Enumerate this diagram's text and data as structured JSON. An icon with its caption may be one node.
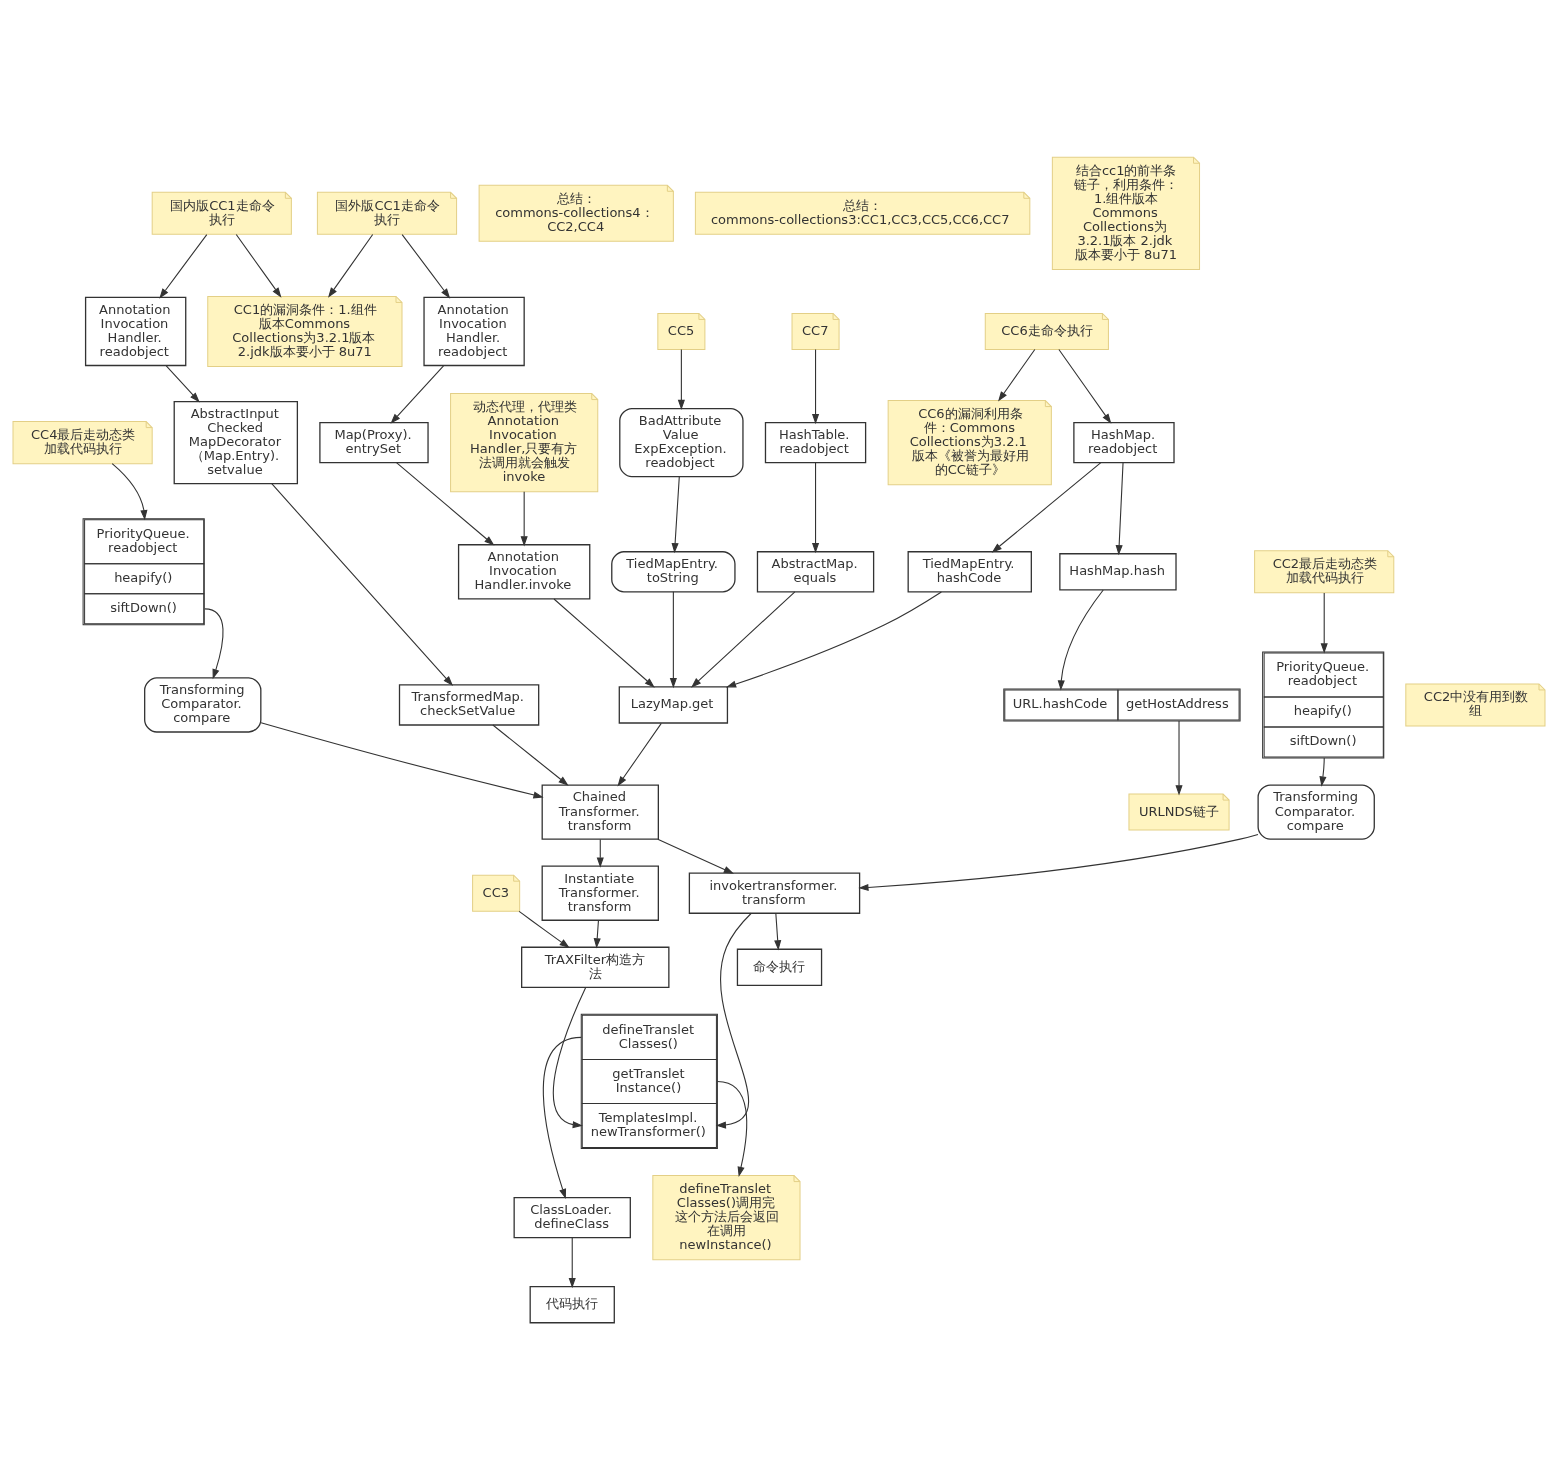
{
  "diagram": {
    "nodes": [
      {
        "text": [
          "CC4最后走动态类加载代码执行"
        ]
      },
      {
        "text": [
          "CC2最后走动态类加载代码执行"
        ]
      },
      {
        "text": [
          "总结：commons-collections4：CC2,CC4"
        ]
      },
      {
        "text": [
          "PriorityQueue.readobject",
          "heapify()",
          "siftDown()"
        ]
      },
      {
        "text": [
          "PriorityQueue.readobject",
          "heapify()",
          "siftDown()"
        ]
      },
      {
        "text": [
          "CC2中没有用到数组"
        ]
      },
      {
        "text": [
          "总结：commons-collections3:CC1,CC3,CC5,CC6,CC7"
        ]
      },
      {
        "text": [
          "TransformingComparator.compare"
        ]
      },
      {
        "text": [
          "TransformingComparator.compare"
        ]
      },
      {
        "text": [
          "国内版CC1走命令执行"
        ]
      },
      {
        "text": [
          "AnnotationInvocationHandler.readobject"
        ]
      },
      {
        "text": [
          "AbstractInputCheckedMapDecorator（Map.Entry).setvalue"
        ]
      },
      {
        "text": [
          "TransformedMap.checkSetValue"
        ]
      },
      {
        "text": [
          "ChainedTransformer.transform"
        ]
      },
      {
        "text": [
          "invokertransformer.transform"
        ]
      },
      {
        "text": [
          "命令执行"
        ]
      },
      {
        "text": [
          "动态代理，代理类AnnotationInvocationHandler,只要有方法调用就会触发invoke"
        ]
      },
      {
        "text": [
          "代码执行"
        ]
      },
      {
        "text": [
          "CC1的漏洞条件：1.组件版本Commons Collections为3.2.1版本 2.jdk版本要小于 8u71"
        ]
      },
      {
        "text": [
          "结合cc1的前半条链子，利用条件：1.组件版本Commons Collections为3.2.1版本 2.jdk版本要小于 8u71"
        ]
      },
      {
        "text": [
          "ClassLoader.defineClass"
        ]
      },
      {
        "text": [
          "国外版CC1走命令执行"
        ]
      },
      {
        "text": [
          "AnnotationInvocationHandler.readobject"
        ]
      },
      {
        "text": [
          "Map(Proxy).entrySet"
        ]
      },
      {
        "text": [
          "AnnotationInvocationHandler.invoke"
        ]
      },
      {
        "text": [
          "LazyMap.get"
        ]
      },
      {
        "text": [
          "CC5"
        ]
      },
      {
        "text": [
          "BadAttributeValueExpException.readobject"
        ]
      },
      {
        "text": [
          "TiedMapEntry.toString"
        ]
      },
      {
        "text": [
          "defineTransletClasses()",
          "getTransletInstance()",
          "TemplatesImpl.newTransformer()"
        ]
      },
      {
        "text": [
          "defineTransletClasses()调用完这个方法后会返回在调用newInstance()"
        ]
      },
      {
        "text": [
          "AbstractMap.equals"
        ]
      },
      {
        "text": [
          "CC6走命令执行"
        ]
      },
      {
        "text": [
          "HashMap.readobject"
        ]
      },
      {
        "text": [
          "TiedMapEntry.hashCode"
        ]
      },
      {
        "text": [
          "HashTable.readobject"
        ]
      },
      {
        "text": [
          "CC3"
        ]
      },
      {
        "text": [
          "CC6的漏洞利用条件：Commons Collections为3.2.1版本《被誉为最好用的CC链子》"
        ]
      },
      {
        "text": [
          "InstantiateTransformer.transform"
        ]
      },
      {
        "text": [
          "TrAXFilter构造方法"
        ]
      },
      {
        "text": [
          "CC7"
        ]
      },
      {
        "text": [
          "HashMap.hash"
        ]
      },
      {
        "text": [
          "URL.hashCode",
          "getHostAddress"
        ]
      },
      {
        "text": [
          "URLNDS链子"
        ]
      }
    ],
    "edges": [
      {
        "from": 0,
        "to": 3,
        "arrow": "to"
      },
      {
        "from": 1,
        "to": 4,
        "arrow": "to"
      },
      {
        "from": 3,
        "to": 7,
        "arrow": "to"
      },
      {
        "from": 4,
        "to": 8,
        "arrow": "to"
      },
      {
        "from": 7,
        "to": 13,
        "arrow": "to"
      },
      {
        "from": 8,
        "to": 14,
        "arrow": "to"
      },
      {
        "from": 9,
        "to": 10,
        "arrow": "to"
      },
      {
        "from": 10,
        "to": 11,
        "arrow": "to"
      },
      {
        "from": 11,
        "to": 12,
        "arrow": "to"
      },
      {
        "from": 12,
        "to": 13,
        "arrow": "to"
      },
      {
        "from": 13,
        "to": 14,
        "arrow": "to"
      },
      {
        "from": 14,
        "to": 15,
        "arrow": "to"
      },
      {
        "from": 9,
        "to": 18,
        "arrow": "to"
      },
      {
        "from": 21,
        "to": 18,
        "arrow": "to"
      },
      {
        "from": 21,
        "to": 22,
        "arrow": "to"
      },
      {
        "from": 22,
        "to": 23,
        "arrow": "to"
      },
      {
        "from": 23,
        "to": 24,
        "arrow": "to"
      },
      {
        "from": 16,
        "to": 24,
        "arrow": "to"
      },
      {
        "from": 24,
        "to": 25,
        "arrow": "to"
      },
      {
        "from": 25,
        "to": 13,
        "arrow": "to"
      },
      {
        "from": 26,
        "to": 27,
        "arrow": "to"
      },
      {
        "from": 27,
        "to": 28,
        "arrow": "to"
      },
      {
        "from": 28,
        "to": 25,
        "arrow": "to"
      },
      {
        "from": 31,
        "to": 25,
        "arrow": "to"
      },
      {
        "from": 35,
        "to": 31,
        "arrow": "to"
      },
      {
        "from": 40,
        "to": 35,
        "arrow": "to"
      },
      {
        "from": 32,
        "to": 33,
        "arrow": "to"
      },
      {
        "from": 33,
        "to": 34,
        "arrow": "to"
      },
      {
        "from": 34,
        "to": 25,
        "arrow": "to"
      },
      {
        "from": 32,
        "to": 37,
        "arrow": "to"
      },
      {
        "from": 33,
        "to": 41,
        "arrow": "to"
      },
      {
        "from": 41,
        "to": 42,
        "arrow": "to"
      },
      {
        "from": 42,
        "to": 43,
        "arrow": "to"
      },
      {
        "from": 13,
        "to": 38,
        "arrow": "to"
      },
      {
        "from": 38,
        "to": 39,
        "arrow": "to"
      },
      {
        "from": 36,
        "to": 39,
        "arrow": "to"
      },
      {
        "from": 39,
        "to": 29,
        "arrow": "to"
      },
      {
        "from": 14,
        "to": 29,
        "arrow": "to"
      },
      {
        "from": 29,
        "to": 20,
        "arrow": "to"
      },
      {
        "from": 20,
        "to": 17,
        "arrow": "to"
      },
      {
        "from": 29,
        "to": 30,
        "arrow": "to"
      }
    ]
  }
}
